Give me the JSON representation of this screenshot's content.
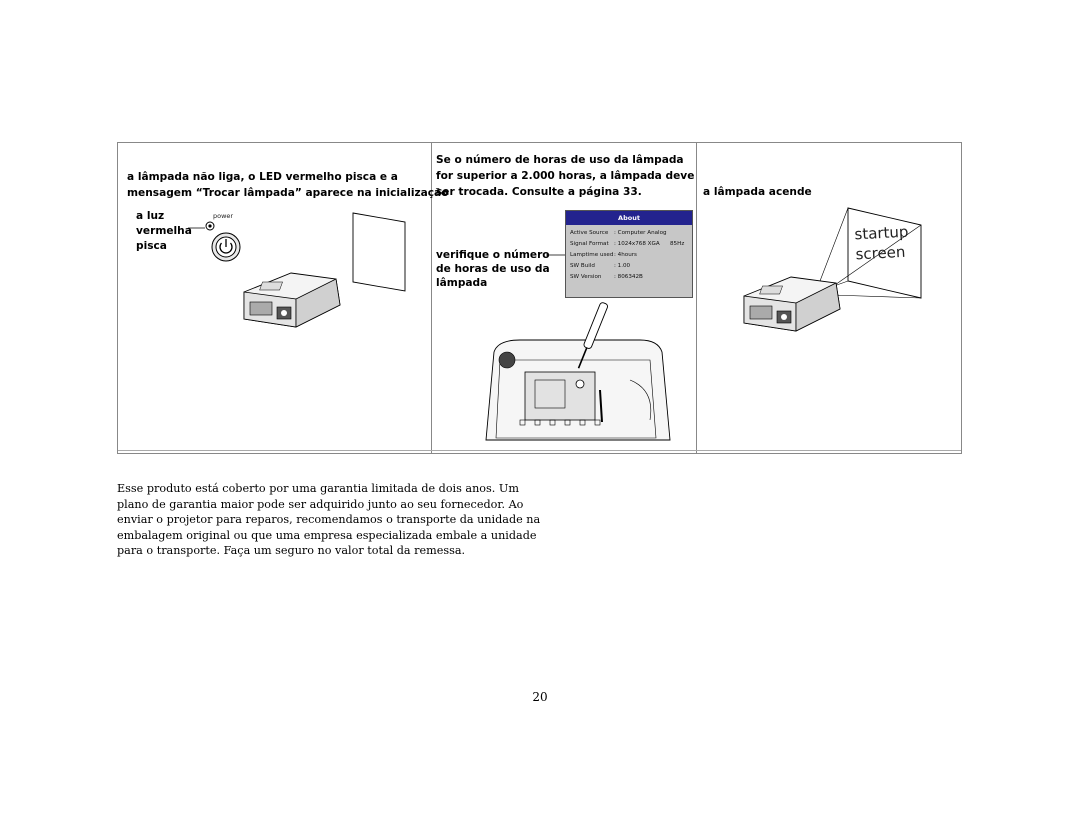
{
  "col1": {
    "heading_line1": "a lâmpada não liga, o LED vermelho pisca e a",
    "heading_line2": "mensagem “Trocar lâmpada” aparece na inicialização",
    "label_line1": "a luz",
    "label_line2": "vermelha",
    "label_line3": "pisca",
    "power_label": "power"
  },
  "col2": {
    "heading_line1": "Se o número de horas de uso da lâmpada",
    "heading_line2": "for superior a 2.000 horas, a lâmpada deve",
    "heading_line3": "ser trocada. Consulte a página 33.",
    "label_line1": "verifique o número",
    "label_line2": "de horas de uso da",
    "label_line3": "lâmpada",
    "about": {
      "title": "About",
      "rows": [
        {
          "key": "Active Source",
          "value": ": Computer Analog",
          "extra": ""
        },
        {
          "key": "Signal Format",
          "value": ": 1024x768 XGA",
          "extra": "85Hz"
        },
        {
          "key": "Lamptime used",
          "value": ": 4hours",
          "extra": ""
        },
        {
          "key": "SW Build",
          "value": ": 1.00",
          "extra": ""
        },
        {
          "key": "SW Version",
          "value": ": 806342B",
          "extra": ""
        }
      ]
    }
  },
  "col3": {
    "heading": "a lâmpada acende",
    "screen_line1": "startup",
    "screen_line2": "screen"
  },
  "paragraph": [
    "Esse produto está coberto por uma garantia limitada de dois anos. Um",
    "plano de garantia maior pode ser adquirido junto ao seu fornecedor. Ao",
    "enviar o projetor para reparos, recomendamos o transporte da unidade na",
    "embalagem original ou que uma empresa especializada embale a unidade",
    "para o transporte. Faça um seguro no valor total da remessa."
  ],
  "page_number": "20"
}
